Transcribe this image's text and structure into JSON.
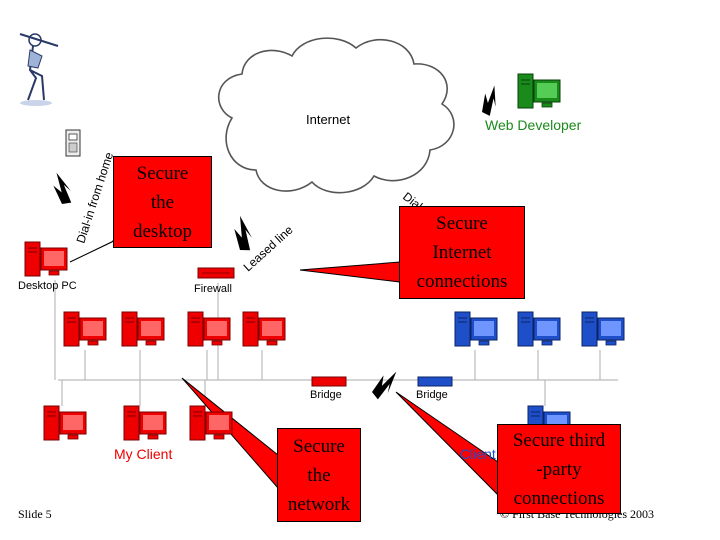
{
  "nodes": {
    "internet": "Internet",
    "web_developer": "Web Developer",
    "desktop_pc": "Desktop PC",
    "firewall": "Firewall",
    "bridge_left": "Bridge",
    "bridge_right": "Bridge",
    "my_client": "My Client",
    "client_partner": "Client Partner"
  },
  "links": {
    "dial_in": "Dial-in from home",
    "leased_line": "Leased line",
    "dial_up": "Dial"
  },
  "callouts": {
    "desktop": "Secure\nthe\ndesktop",
    "internet": "Secure\nInternet\nconnections",
    "network": "Secure\nthe\nnetwork",
    "third_party": "Secure third\n-party\nconnections"
  },
  "footer": {
    "slide": "Slide 5",
    "copyright": "© First Base Technologies 2003"
  },
  "colors": {
    "red": "#ee0000",
    "blue": "#1f4fc8",
    "green": "#1a8a1a",
    "callout": "#ff0000"
  },
  "icons": {
    "logo": "baseball-player-icon",
    "phone": "telephone-icon",
    "cloud": "internet-cloud-icon",
    "workstation": "workstation-icon",
    "network_device": "router-icon",
    "lightning": "lightning-bolt-icon"
  }
}
